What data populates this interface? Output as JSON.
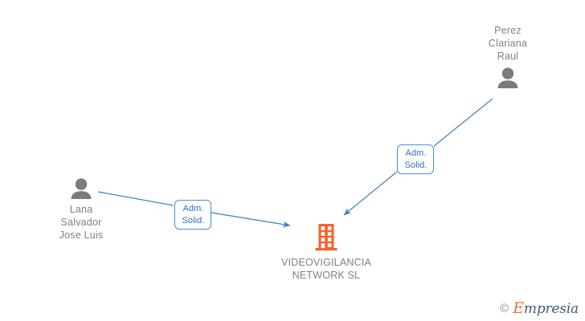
{
  "diagram": {
    "type": "corporate-relationship-graph",
    "background_color": "#ffffff",
    "nodes": [
      {
        "id": "person-perez-clariana-raul",
        "kind": "person",
        "icon": "person-icon",
        "label": "Perez\nClariana\nRaul",
        "label_color": "#808080",
        "icon_color": "#7b7b7b",
        "label_position": "above"
      },
      {
        "id": "person-lana-salvador-jose-luis",
        "kind": "person",
        "icon": "person-icon",
        "label": "Lana\nSalvador\nJose Luis",
        "label_color": "#808080",
        "icon_color": "#7b7b7b",
        "label_position": "below"
      },
      {
        "id": "company-videovigilancia-network-sl",
        "kind": "company",
        "icon": "building-icon",
        "label": "VIDEOVIGILANCIA\nNETWORK SL",
        "label_color": "#808080",
        "icon_color": "#f4622e",
        "label_position": "below"
      }
    ],
    "edges": [
      {
        "id": "edge-lana-to-company",
        "from": "person-lana-salvador-jose-luis",
        "to": "company-videovigilancia-network-sl",
        "label": "Adm.\nSolid.",
        "color": "#3d7fc8",
        "arrow": "end"
      },
      {
        "id": "edge-perez-to-company",
        "from": "person-perez-clariana-raul",
        "to": "company-videovigilancia-network-sl",
        "label": "Adm.\nSolid.",
        "color": "#3d7fc8",
        "arrow": "end"
      }
    ]
  },
  "footer": {
    "copyright_symbol": "©",
    "brand_first_letter": "E",
    "brand_rest": "mpresia",
    "brand_accent_color": "#f26b36",
    "brand_text_color": "#3f5a72"
  }
}
